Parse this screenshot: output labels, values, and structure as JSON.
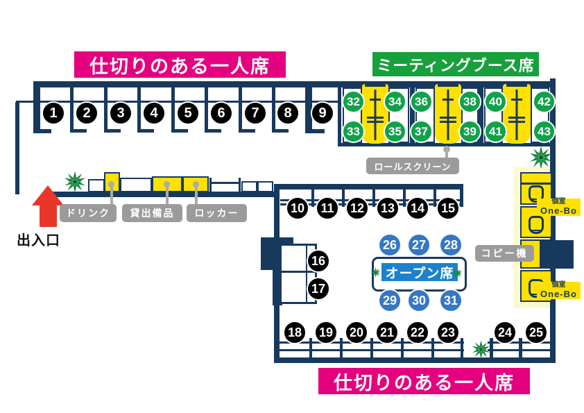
{
  "banners": {
    "top_left": "仕切りのある一人席",
    "top_right": "ミーティングブース席",
    "bottom": "仕切りのある一人席"
  },
  "labels": {
    "entrance": "出入口",
    "drink": "ドリンク",
    "lending": "貸出備品",
    "locker": "ロッカー",
    "roll_screen": "ロールスクリーン",
    "copier": "コピー機",
    "open_seat": "オープン席",
    "onebo_type": "個室",
    "onebo_name": "One-Bo"
  },
  "seats": {
    "top_row": [
      "1",
      "2",
      "3",
      "4",
      "5",
      "6",
      "7",
      "8",
      "9"
    ],
    "mid_row": [
      "10",
      "11",
      "12",
      "13",
      "14",
      "15"
    ],
    "side_col": [
      "16",
      "17"
    ],
    "bottom_left": [
      "18",
      "19",
      "20",
      "21",
      "22",
      "23"
    ],
    "bottom_right": [
      "24",
      "25"
    ],
    "open_top": [
      "26",
      "27",
      "28"
    ],
    "open_bottom": [
      "29",
      "30",
      "31"
    ],
    "meeting": [
      "32",
      "33",
      "34",
      "35",
      "36",
      "37",
      "38",
      "39",
      "40",
      "41",
      "42",
      "43"
    ]
  },
  "colors": {
    "navy": "#18395E",
    "pink": "#E4007F",
    "banner_green": "#17A03B",
    "seat_green": "#10A24A",
    "seat_black": "#000000",
    "seat_blue": "#3577C5",
    "open_blue": "#1D82CB",
    "yellow": "#FFE100",
    "pale_yellow": "#FDF9CE",
    "label_gray": "#9B9B9B",
    "red": "#E8362B"
  }
}
